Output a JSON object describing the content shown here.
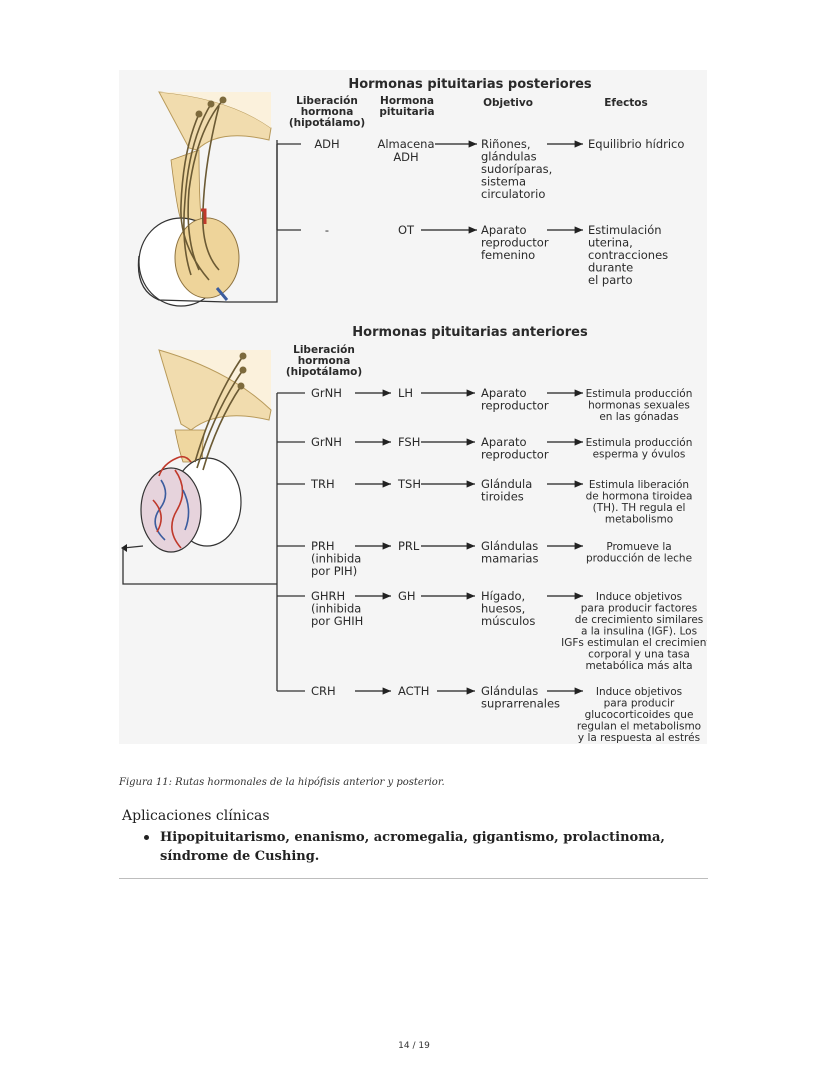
{
  "figure": {
    "posterior": {
      "title": "Hormonas pituitarias posteriores",
      "headers": {
        "release": [
          "Liberación",
          "hormona",
          "(hipotálamo)"
        ],
        "hormone": [
          "Hormona",
          "pituitaria"
        ],
        "target": "Objetivo",
        "effects": "Efectos"
      },
      "rows": [
        {
          "release": [
            "ADH"
          ],
          "hormone": [
            "Almacena",
            "ADH"
          ],
          "target": [
            "Riñones,",
            "glándulas",
            "sudoríparas,",
            "sistema",
            "circulatorio"
          ],
          "effect": [
            "Equilibrio hídrico"
          ]
        },
        {
          "release": [
            "-"
          ],
          "hormone": [
            "OT"
          ],
          "target": [
            "Aparato",
            "reproductor",
            "femenino"
          ],
          "effect": [
            "Estimulación",
            "uterina,",
            "contracciones",
            "durante",
            "el parto"
          ]
        }
      ]
    },
    "anterior": {
      "title": "Hormonas pituitarias anteriores",
      "headers": {
        "release": [
          "Liberación",
          "hormona",
          "(hipotálamo)"
        ]
      },
      "rows": [
        {
          "release": [
            "GrNH"
          ],
          "hormone": [
            "LH"
          ],
          "target": [
            "Aparato",
            "reproductor"
          ],
          "effect": [
            "Estimula producción",
            "hormonas sexuales",
            "en las gónadas"
          ]
        },
        {
          "release": [
            "GrNH"
          ],
          "hormone": [
            "FSH"
          ],
          "target": [
            "Aparato",
            "reproductor"
          ],
          "effect": [
            "Estimula producción",
            "esperma y óvulos"
          ]
        },
        {
          "release": [
            "TRH"
          ],
          "hormone": [
            "TSH"
          ],
          "target": [
            "Glándula",
            "tiroides"
          ],
          "effect": [
            "Estimula liberación",
            "de hormona tiroidea",
            "(TH). TH regula el",
            "metabolismo"
          ]
        },
        {
          "release": [
            "PRH",
            "(inhibida",
            "por PIH)"
          ],
          "hormone": [
            "PRL"
          ],
          "target": [
            "Glándulas",
            "mamarias"
          ],
          "effect": [
            "Promueve la",
            "producción de leche"
          ]
        },
        {
          "release": [
            "GHRH",
            "(inhibida",
            "por GHIH"
          ],
          "hormone": [
            "GH"
          ],
          "target": [
            "Hígado,",
            "huesos,",
            "músculos"
          ],
          "effect": [
            "Induce objetivos",
            "para producir factores",
            "de crecimiento similares",
            "a la insulina (IGF). Los",
            "IGFs estimulan el crecimiento",
            "corporal y una tasa",
            "metabólica más alta"
          ]
        },
        {
          "release": [
            "CRH"
          ],
          "hormone": [
            "ACTH"
          ],
          "target": [
            "Glándulas",
            "suprarrenales"
          ],
          "effect": [
            "Induce objetivos",
            "para producir",
            "glucocorticoides que",
            "regulan el metabolismo",
            "y la respuesta al estrés"
          ]
        }
      ]
    }
  },
  "caption": "Figura 11: Rutas hormonales de la hipófisis anterior y posterior.",
  "clinical": {
    "heading": "Aplicaciones clínicas",
    "items": [
      "Hipopituitarismo, enanismo, acromegalia, gigantismo, prolactinoma, síndrome de Cushing."
    ]
  },
  "page_number": "14 / 19",
  "colors": {
    "figure_bg": "#f5f5f5",
    "hypothalamus": "#f1dcae",
    "nerve_fiber": "#6b5a34",
    "artery": "#c0392b",
    "vein": "#3b5c9e",
    "divider": "#bdbdbd"
  }
}
